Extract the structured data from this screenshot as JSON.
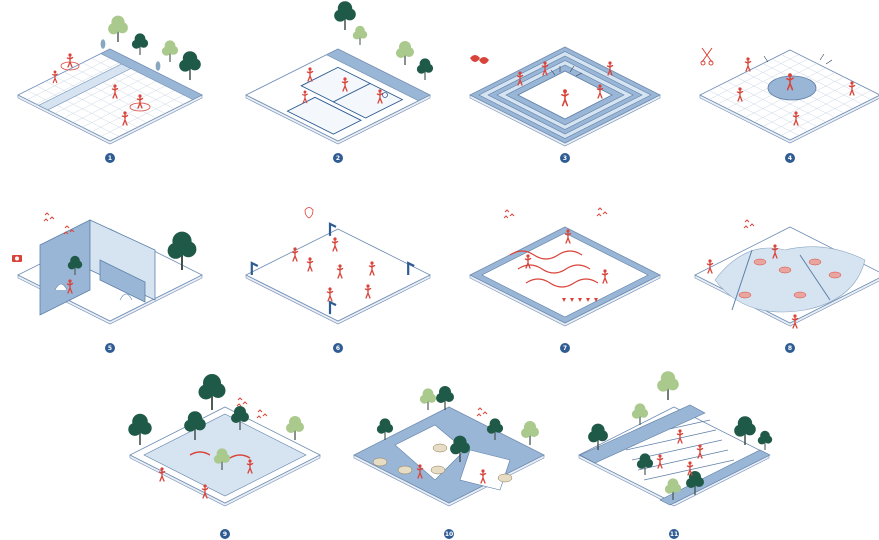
{
  "panels": [
    {
      "number": "1",
      "theme": "water-play"
    },
    {
      "number": "2",
      "theme": "sports-courts"
    },
    {
      "number": "3",
      "theme": "stepped-amphitheatre"
    },
    {
      "number": "4",
      "theme": "festival-plaza"
    },
    {
      "number": "5",
      "theme": "walled-courtyard"
    },
    {
      "number": "6",
      "theme": "open-field"
    },
    {
      "number": "7",
      "theme": "wave-garden"
    },
    {
      "number": "8",
      "theme": "water-landscape"
    },
    {
      "number": "9",
      "theme": "pavilion-grove"
    },
    {
      "number": "10",
      "theme": "rock-garden"
    },
    {
      "number": "11",
      "theme": "terraced-garden"
    }
  ],
  "colors": {
    "blue": "#9ab6d6",
    "blue_dark": "#2f5c92",
    "blue_light": "#d6e4f2",
    "red": "#d9443a",
    "tree_dark": "#1f5a48",
    "tree_light": "#a9c98d",
    "grid": "#cfd9e6"
  }
}
